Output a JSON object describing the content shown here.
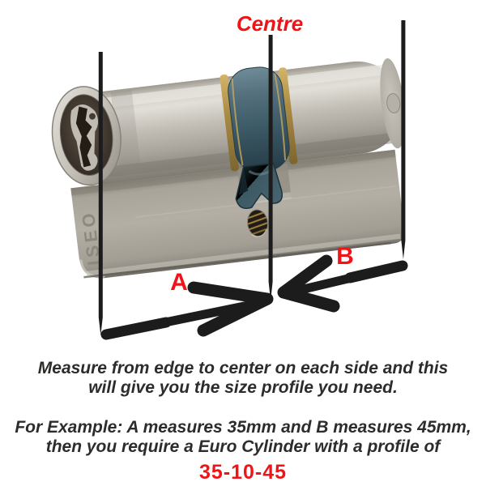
{
  "diagram": {
    "centre_label": "Centre",
    "side_a_label": "A",
    "side_b_label": "B",
    "lock_brand": "ISEO",
    "accent_red": "#ee1418",
    "line_color": "#1c1c1c",
    "metal_color": "#b4b0a7",
    "cam_color": "#3e5b68"
  },
  "instructions": {
    "line1": "Measure from edge to center on each side and this",
    "line2": "will give you the size profile you need."
  },
  "example": {
    "line1": "For Example: A measures 35mm and B measures 45mm,",
    "line2": "then you require a Euro Cylinder with a profile of",
    "profile": "35-10-45"
  }
}
